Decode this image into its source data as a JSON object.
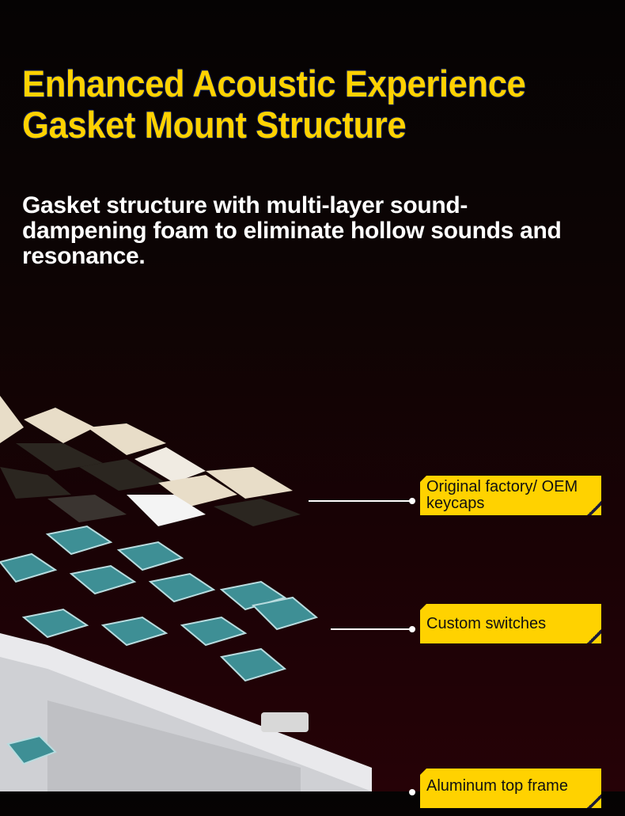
{
  "title": {
    "line1": "Enhanced Acoustic Experience",
    "line2": "Gasket Mount Structure"
  },
  "description": "Gasket structure with multi-layer sound-dampening foam to eliminate hollow sounds and resonance.",
  "callouts": [
    {
      "label": "Original factory/ OEM keycaps"
    },
    {
      "label": "Custom switches"
    },
    {
      "label": "Aluminum top frame"
    }
  ],
  "colors": {
    "accent": "#ffd200",
    "switch": "#3e8f95",
    "keycap_light": "#e8ddc8",
    "keycap_dark": "#2b2620"
  }
}
